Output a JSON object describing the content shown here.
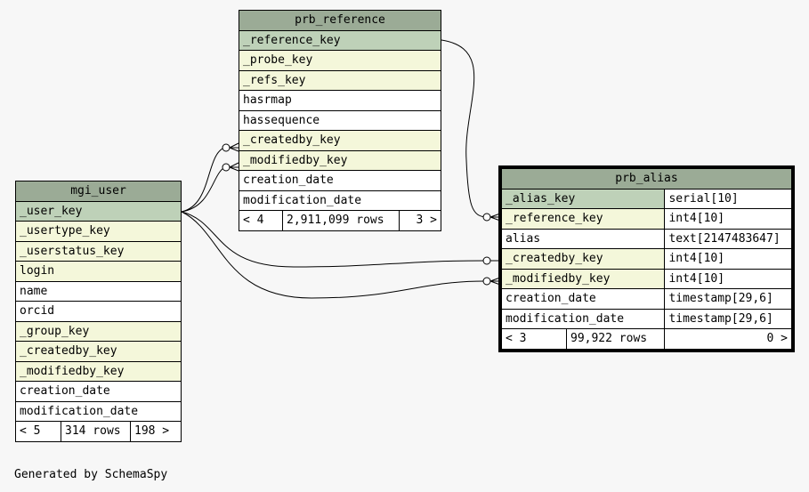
{
  "tables": {
    "prb_reference": {
      "name": "prb_reference",
      "rows": [
        "_reference_key",
        "_probe_key",
        "_refs_key",
        "hasrmap",
        "hassequence",
        "_createdby_key",
        "_modifiedby_key",
        "creation_date",
        "modification_date"
      ],
      "footer": {
        "parents": "< 4",
        "rows": "2,911,099 rows",
        "children": "3 >"
      }
    },
    "mgi_user": {
      "name": "mgi_user",
      "rows": [
        "_user_key",
        "_usertype_key",
        "_userstatus_key",
        "login",
        "name",
        "orcid",
        "_group_key",
        "_createdby_key",
        "_modifiedby_key",
        "creation_date",
        "modification_date"
      ],
      "footer": {
        "parents": "< 5",
        "rows": "314 rows",
        "children": "198 >"
      }
    },
    "prb_alias": {
      "name": "prb_alias",
      "rows": [
        {
          "col": "_alias_key",
          "type": "serial[10]"
        },
        {
          "col": "_reference_key",
          "type": "int4[10]"
        },
        {
          "col": "alias",
          "type": "text[2147483647]"
        },
        {
          "col": "_createdby_key",
          "type": "int4[10]"
        },
        {
          "col": "_modifiedby_key",
          "type": "int4[10]"
        },
        {
          "col": "creation_date",
          "type": "timestamp[29,6]"
        },
        {
          "col": "modification_date",
          "type": "timestamp[29,6]"
        }
      ],
      "footer": {
        "parents": "< 3",
        "rows": "99,922 rows",
        "children": "0 >"
      }
    }
  },
  "footer_text": "Generated by SchemaSpy"
}
